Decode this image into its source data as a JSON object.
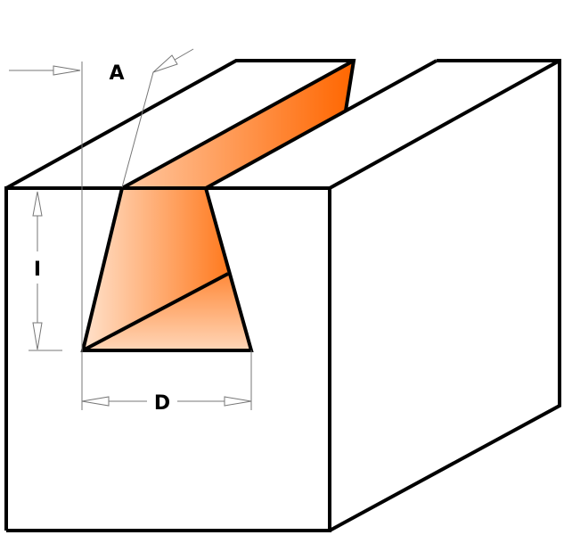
{
  "labels": {
    "angle": "A",
    "height": "I",
    "diameter": "D"
  },
  "colors": {
    "outline": "#000000",
    "orange_dark": "#ff6600",
    "orange_light": "#ffe2cc",
    "dimension": "#888888"
  }
}
